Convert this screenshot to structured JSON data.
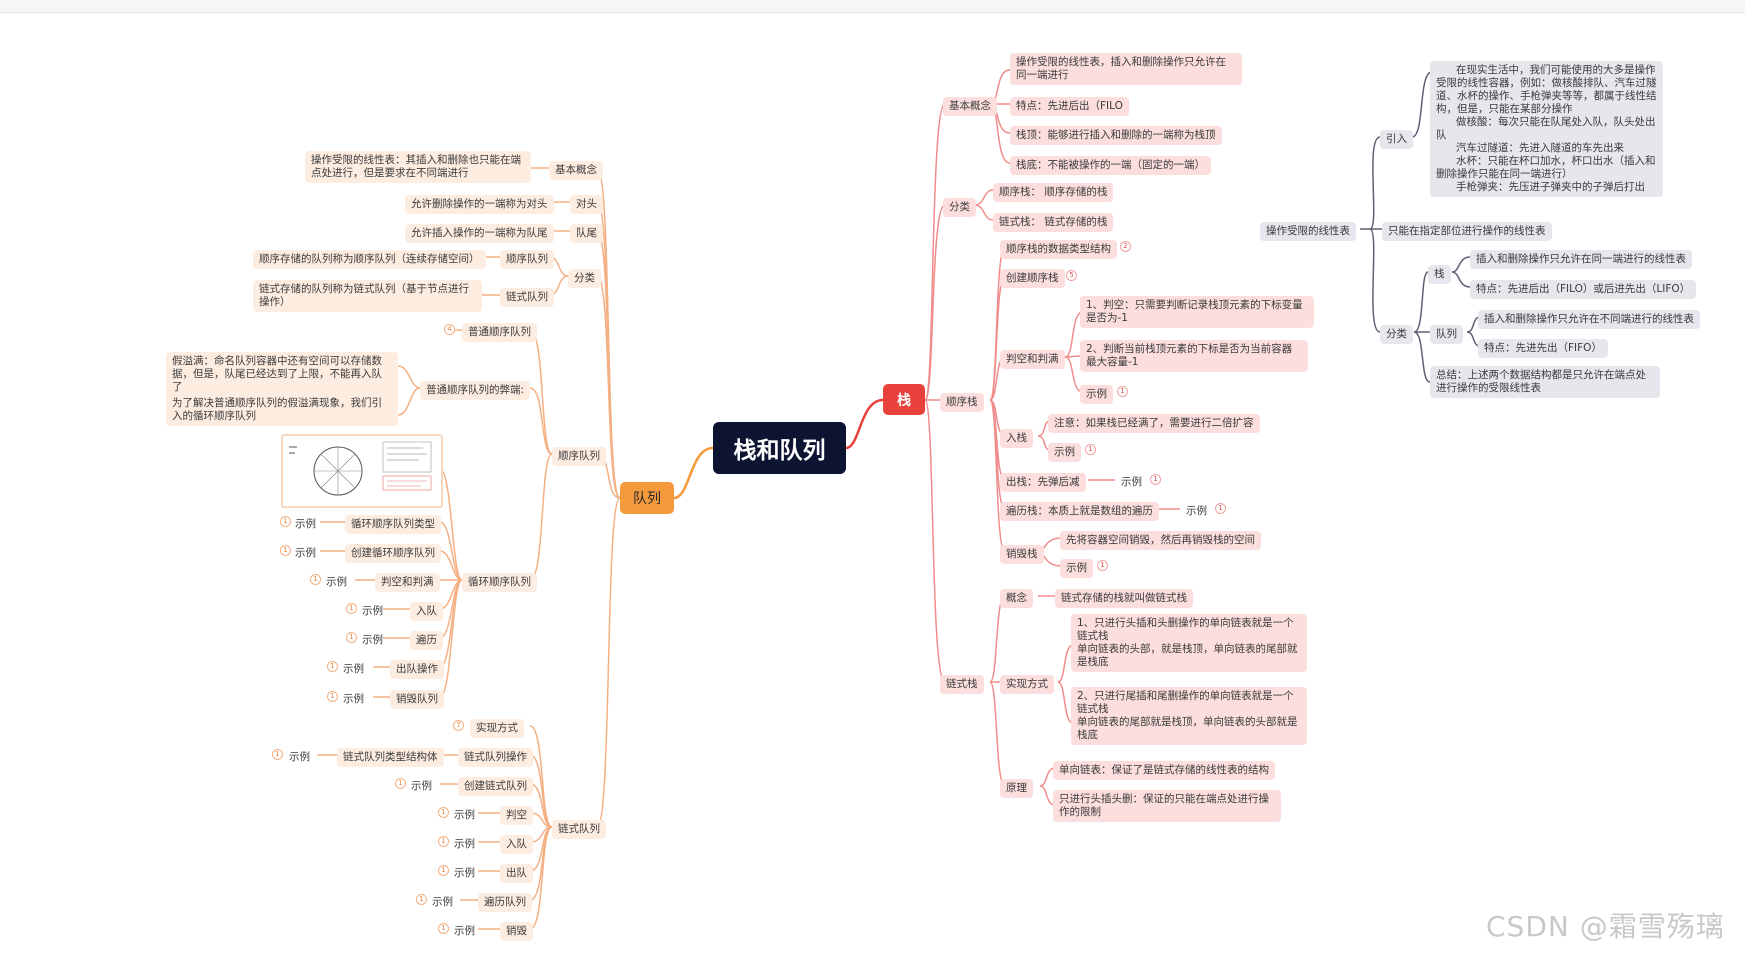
{
  "root": "栈和队列",
  "queue": {
    "label": "队列",
    "basic": {
      "label": "基本概念",
      "text": "操作受限的线性表：其插入和删除也只能在端点处进行，但是要求在不同端进行"
    },
    "head": {
      "label": "对头",
      "text": "允许删除操作的一端称为对头"
    },
    "tail": {
      "label": "队尾",
      "text": "允许插入操作的一端称为队尾"
    },
    "cls": {
      "label": "分类",
      "seq": "顺序队列",
      "seq_text": "顺序存储的队列称为顺序队列（连续存储空间）",
      "link": "链式队列",
      "link_text": "链式存储的队列称为链式队列（基于节点进行操作）"
    },
    "seqq": {
      "label": "顺序队列",
      "common": "普通顺序队列",
      "common_badge": "4",
      "flaw": "普通顺序队列的弊端:",
      "flaw1": "假溢满：命名队列容器中还有空间可以存储数据，但是，队尾已经达到了上限，不能再入队了",
      "flaw2": "为了解决普通顺序队列的假溢满现象，我们引入的循环顺序队列",
      "circ": "循环顺序队列",
      "items": [
        "循环顺序队列类型",
        "创建循环顺序队列",
        "判空和判满",
        "入队",
        "遍历",
        "出队操作",
        "销毁队列"
      ],
      "example": "示例",
      "one": "1"
    },
    "linkq": {
      "label": "链式队列",
      "impl": "实现方式",
      "impl_badge": "7",
      "ops": "链式队列操作",
      "type": "链式队列类型结构体",
      "items": [
        "创建链式队列",
        "判空",
        "入队",
        "出队",
        "遍历队列",
        "销毁"
      ]
    }
  },
  "stack": {
    "label": "栈",
    "basic": {
      "label": "基本概念",
      "items": [
        "操作受限的线性表，插入和删除操作只允许在同一端进行",
        "特点：先进后出（FILO",
        "栈顶：能够进行插入和删除的一端称为栈顶",
        "栈底：不能被操作的一端（固定的一端）"
      ]
    },
    "cls": {
      "label": "分类",
      "items": [
        "顺序栈： 顺序存储的栈",
        "链式栈： 链式存储的栈"
      ]
    },
    "seqs": {
      "label": "顺序栈",
      "type": "顺序栈的数据类型结构",
      "type_badge": "2",
      "create": "创建顺序栈",
      "create_badge": "5",
      "judge": "判空和判满",
      "judge1": "1、判空：只需要判断记录栈顶元素的下标变量是否为-1",
      "judge2": "2、判断当前栈顶元素的下标是否为当前容器最大容量-1",
      "push": "入栈",
      "push_note": "注意：如果栈已经满了，需要进行二倍扩容",
      "pop": "出栈：先弹后减",
      "trav": "遍历栈：本质上就是数组的遍历",
      "destroy": "销毁栈",
      "destroy_note": "先将容器空间销毁，然后再销毁栈的空间",
      "example": "示例",
      "one": "1"
    },
    "links": {
      "label": "链式栈",
      "concept": "概念",
      "concept_text": "链式存储的栈就叫做链式栈",
      "impl": "实现方式",
      "impl1": "1、只进行头插和头删操作的单向链表就是一个链式栈\n单向链表的头部，就是栈顶，单向链表的尾部就是栈底",
      "impl2": "2、只进行尾插和尾删操作的单向链表就是一个链式栈\n单向链表的尾部就是栈顶，单向链表的头部就是栈底",
      "principle": "原理",
      "pr1": "单向链表：保证了是链式存储的线性表的结构",
      "pr2": "只进行头插头删：保证的只能在端点处进行操作的限制"
    }
  },
  "restricted": {
    "label": "操作受限的线性表",
    "intro": "引入",
    "intro_text": "      在现实生活中，我们可能使用的大多是操作受限的线性容器，例如：做核酸排队、汽车过隧道、水杯的操作、手枪弹夹等等，都属于线性结构，但是，只能在某部分操作\n      做核酸：每次只能在队尾处入队，队头处出队\n      汽车过隧道：先进入隧道的车先出来\n      水杯：只能在杯口加水，杯口出水（插入和删除操作只能在同一端进行）\n      手枪弹夹：先压进子弹夹中的子弹后打出",
    "only": "只能在指定部位进行操作的线性表",
    "cls": "分类",
    "stack": "栈",
    "stack1": "插入和删除操作只允许在同一端进行的线性表",
    "stack2": "特点：先进后出（FILO）或后进先出（LIFO）",
    "queue": "队列",
    "queue1": "插入和删除操作只允许在不同端进行的线性表",
    "queue2": "特点：先进先出（FIFO）",
    "summary": "总结：上述两个数据结构都是只允许在端点处进行操作的受限线性表"
  },
  "watermark": "CSDN @霜雪殇璃"
}
